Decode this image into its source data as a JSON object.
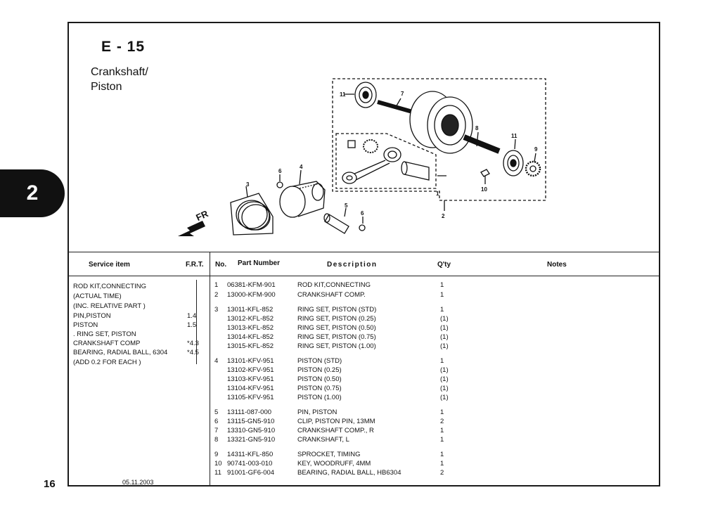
{
  "page": {
    "side_tab": "2",
    "page_number": "16",
    "date": "05.11.2003"
  },
  "header": {
    "code": "E - 15",
    "title_lines": [
      "Crankshaft/",
      "Piston"
    ]
  },
  "diagram": {
    "fr_label": "FR",
    "callouts": [
      "1",
      "2",
      "3",
      "4",
      "5",
      "6",
      "6",
      "7",
      "8",
      "9",
      "10",
      "11",
      "11"
    ]
  },
  "columns": {
    "service_item": "Service item",
    "frt": "F.R.T.",
    "no": "No.",
    "part_number": "Part Number",
    "description": "Description",
    "qty": "Q'ty",
    "notes": "Notes"
  },
  "service_items": [
    {
      "label": "ROD KIT,CONNECTING",
      "frt": ""
    },
    {
      "label": "(ACTUAL TIME)",
      "frt": ""
    },
    {
      "label": "(INC. RELATIVE PART )",
      "frt": ""
    },
    {
      "label": "PIN,PISTON",
      "frt": "1.4"
    },
    {
      "label": "PISTON",
      "frt": "1.5"
    },
    {
      "label": ". RING SET, PISTON",
      "frt": ""
    },
    {
      "label": "CRANKSHAFT COMP",
      "frt": "*4.3"
    },
    {
      "label": "BEARING, RADIAL BALL, 6304",
      "frt": "*4.5"
    },
    {
      "label": "(ADD 0.2 FOR EACH )",
      "frt": ""
    }
  ],
  "parts": [
    {
      "no": "1",
      "part_number": "06381-KFM-901",
      "description": "ROD KIT,CONNECTING",
      "qty": "1"
    },
    {
      "no": "2",
      "part_number": "13000-KFM-900",
      "description": "CRANKSHAFT COMP.",
      "qty": "1"
    },
    {
      "no": "3",
      "part_number": "13011-KFL-852",
      "description": "RING SET, PISTON (STD)",
      "qty": "1"
    },
    {
      "no": "",
      "part_number": "13012-KFL-852",
      "description": "RING SET, PISTON (0.25)",
      "qty": "(1)"
    },
    {
      "no": "",
      "part_number": "13013-KFL-852",
      "description": "RING SET, PISTON (0.50)",
      "qty": "(1)"
    },
    {
      "no": "",
      "part_number": "13014-KFL-852",
      "description": "RING SET, PISTON (0.75)",
      "qty": "(1)"
    },
    {
      "no": "",
      "part_number": "13015-KFL-852",
      "description": "RING SET, PISTON (1.00)",
      "qty": "(1)"
    },
    {
      "no": "4",
      "part_number": "13101-KFV-951",
      "description": "PISTON (STD)",
      "qty": "1"
    },
    {
      "no": "",
      "part_number": "13102-KFV-951",
      "description": "PISTON (0.25)",
      "qty": "(1)"
    },
    {
      "no": "",
      "part_number": "13103-KFV-951",
      "description": "PISTON (0.50)",
      "qty": "(1)"
    },
    {
      "no": "",
      "part_number": "13104-KFV-951",
      "description": "PISTON (0.75)",
      "qty": "(1)"
    },
    {
      "no": "",
      "part_number": "13105-KFV-951",
      "description": "PISTON (1.00)",
      "qty": "(1)"
    },
    {
      "no": "5",
      "part_number": "13111-087-000",
      "description": "PIN, PISTON",
      "qty": "1"
    },
    {
      "no": "6",
      "part_number": "13115-GN5-910",
      "description": "CLIP, PISTON PIN, 13MM",
      "qty": "2"
    },
    {
      "no": "7",
      "part_number": "13310-GN5-910",
      "description": "CRANKSHAFT COMP., R",
      "qty": "1"
    },
    {
      "no": "8",
      "part_number": "13321-GN5-910",
      "description": "CRANKSHAFT, L",
      "qty": "1"
    },
    {
      "no": "9",
      "part_number": "14311-KFL-850",
      "description": "SPROCKET, TIMING",
      "qty": "1"
    },
    {
      "no": "10",
      "part_number": "90741-003-010",
      "description": "KEY, WOODRUFF, 4MM",
      "qty": "1"
    },
    {
      "no": "11",
      "part_number": "91001-GF6-004",
      "description": "BEARING, RADIAL BALL, HB6304",
      "qty": "2"
    }
  ]
}
